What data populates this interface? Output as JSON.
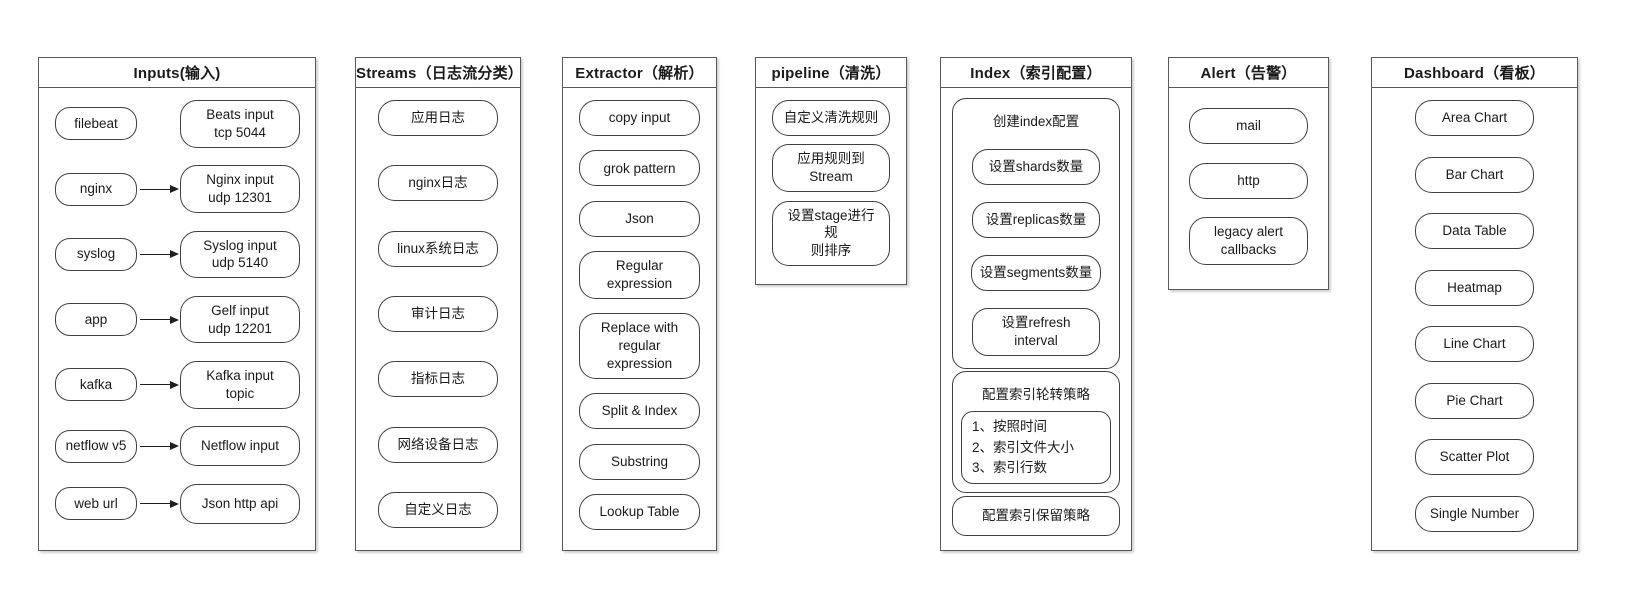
{
  "diagram": {
    "inputs": {
      "title": "Inputs(输入)",
      "rows": [
        {
          "source": "filebeat",
          "target": "Beats input\ntcp 5044"
        },
        {
          "source": "nginx",
          "target": "Nginx input\nudp 12301"
        },
        {
          "source": "syslog",
          "target": "Syslog input\nudp 5140"
        },
        {
          "source": "app",
          "target": "Gelf input\nudp 12201"
        },
        {
          "source": "kafka",
          "target": "Kafka input\ntopic"
        },
        {
          "source": "netflow v5",
          "target": "Netflow input"
        },
        {
          "source": "web url",
          "target": "Json http api"
        }
      ]
    },
    "streams": {
      "title": "Streams（日志流分类）",
      "items": [
        "应用日志",
        "nginx日志",
        "linux系统日志",
        "审计日志",
        "指标日志",
        "网络设备日志",
        "自定义日志"
      ]
    },
    "extractor": {
      "title": "Extractor（解析）",
      "items": [
        "copy input",
        "grok pattern",
        "Json",
        "Regular\nexpression",
        "Replace with\nregular\nexpression",
        "Split & Index",
        "Substring",
        "Lookup Table"
      ]
    },
    "pipeline": {
      "title": "pipeline（清洗）",
      "items": [
        "自定义清洗规则",
        "应用规则到\nStream",
        "设置stage进行规\n则排序"
      ]
    },
    "index": {
      "title": "Index（索引配置）",
      "create_group": {
        "title": "创建index配置",
        "items": [
          "设置shards数量",
          "设置replicas数量",
          "设置segments数量",
          "设置refresh\ninterval"
        ]
      },
      "rotation_group": {
        "title": "配置索引轮转策略",
        "list": [
          "1、按照时间",
          "2、索引文件大小",
          "3、索引行数"
        ]
      },
      "retention": "配置索引保留策略"
    },
    "alert": {
      "title": "Alert（告警）",
      "items": [
        "mail",
        "http",
        "legacy alert\ncallbacks"
      ]
    },
    "dashboard": {
      "title": "Dashboard（看板）",
      "items": [
        "Area Chart",
        "Bar Chart",
        "Data Table",
        "Heatmap",
        "Line Chart",
        "Pie Chart",
        "Scatter Plot",
        "Single Number"
      ]
    }
  },
  "colors": {
    "border": "#595959",
    "pill_border": "#404040",
    "text": "#1a1a1a",
    "background": "#ffffff"
  }
}
